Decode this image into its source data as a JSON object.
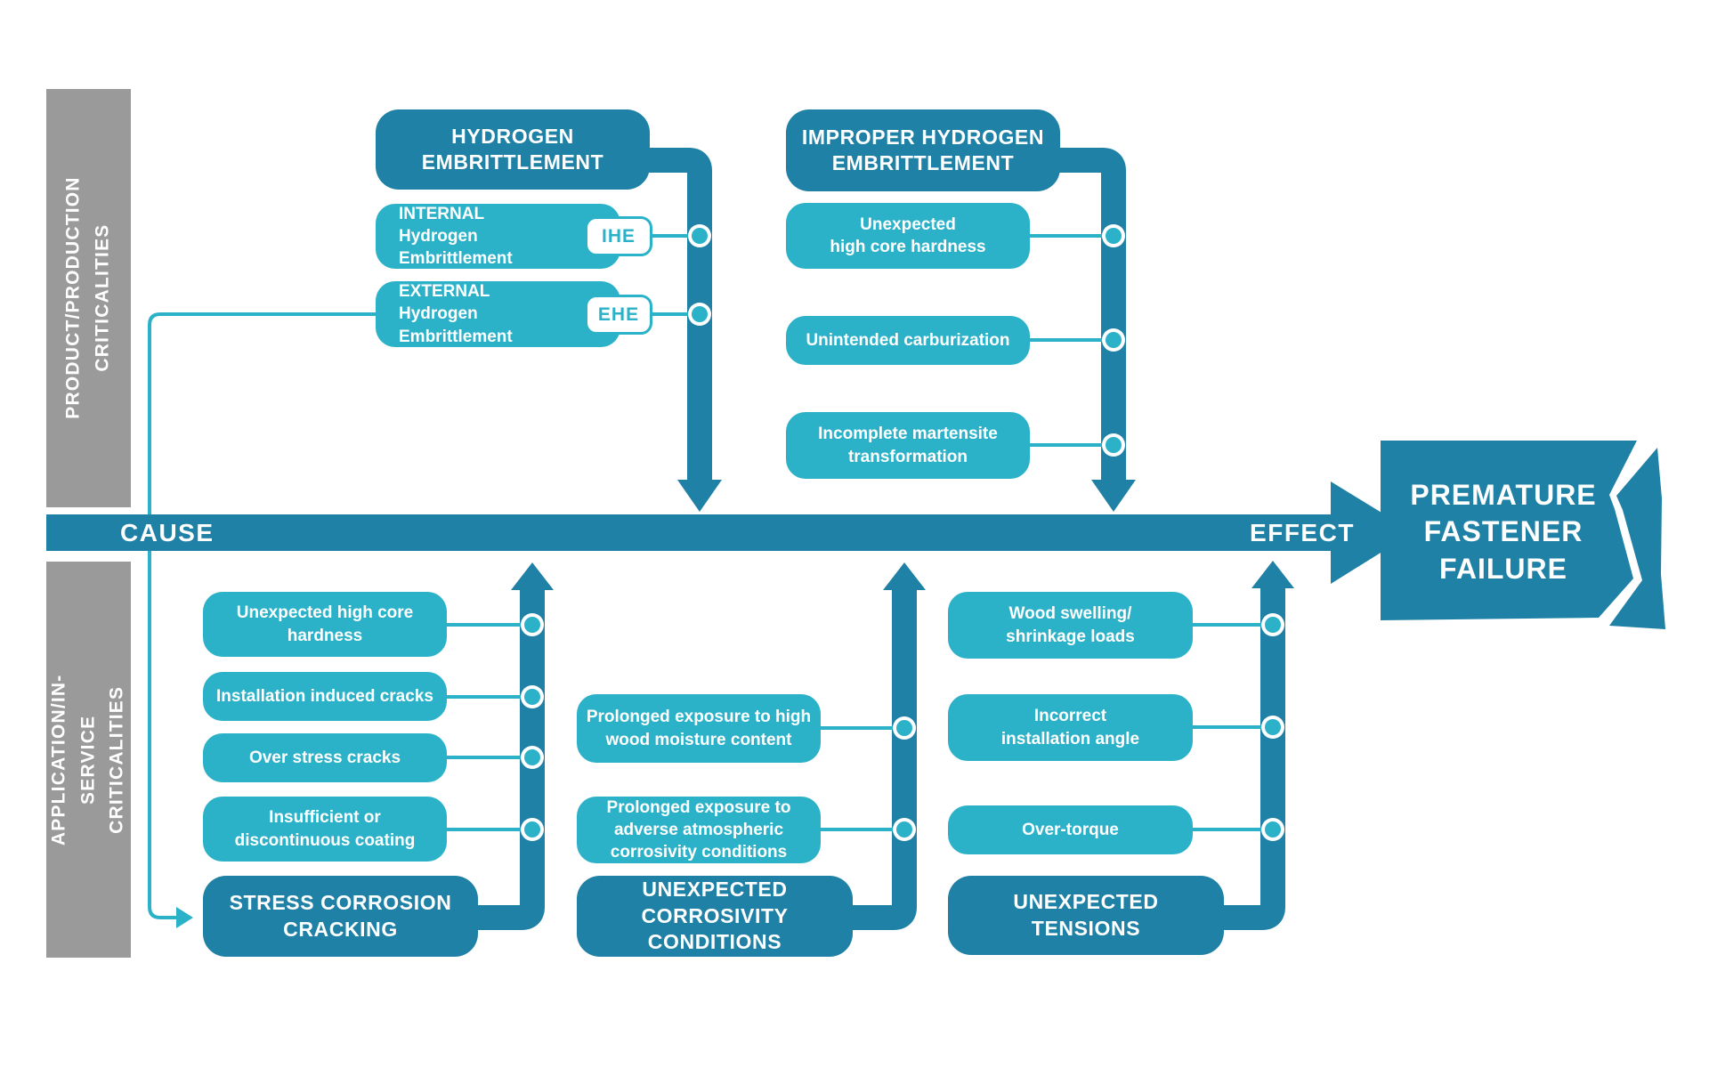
{
  "colors": {
    "dark_teal": "#1f81a5",
    "light_teal": "#2bb2c9",
    "gray": "#9a9a9a",
    "text_on_fill": "#ffffff"
  },
  "axis": {
    "cause_label": "CAUSE",
    "effect_label": "EFFECT"
  },
  "effect_box": {
    "label": "PREMATURE\nFASTENER\nFAILURE"
  },
  "sidebars": {
    "top": {
      "label": "PRODUCT/PRODUCTION\nCRITICALITIES"
    },
    "bottom": {
      "label": "APPLICATION/IN-SERVICE\nCRITICALITIES"
    }
  },
  "groups": {
    "hydrogen": {
      "title": "HYDROGEN\nEMBRITTLEMENT",
      "items": [
        {
          "label": "INTERNAL Hydrogen\nEmbrittlement",
          "badge": "IHE"
        },
        {
          "label": "EXTERNAL Hydrogen\nEmbrittlement",
          "badge": "EHE"
        }
      ]
    },
    "improper_he": {
      "title": "IMPROPER HYDROGEN\nEMBRITTLEMENT",
      "items": [
        {
          "label": "Unexpected\nhigh core hardness"
        },
        {
          "label": "Unintended carburization"
        },
        {
          "label": "Incomplete martensite\ntransformation"
        }
      ]
    },
    "stress_corrosion_cracking": {
      "title": "STRESS CORROSION\nCRACKING",
      "items": [
        {
          "label": "Unexpected high core\nhardness"
        },
        {
          "label": "Installation induced cracks"
        },
        {
          "label": "Over stress cracks"
        },
        {
          "label": "Insufficient or\ndiscontinuous coating"
        }
      ]
    },
    "corrosivity": {
      "title": "UNEXPECTED\nCORROSIVITY\nCONDITIONS",
      "items": [
        {
          "label": "Prolonged exposure to high\nwood moisture content"
        },
        {
          "label": "Prolonged exposure to\nadverse atmospheric\ncorrosivity conditions"
        }
      ]
    },
    "tensions": {
      "title": "UNEXPECTED\nTENSIONS",
      "items": [
        {
          "label": "Wood swelling/\nshrinkage loads"
        },
        {
          "label": "Incorrect\ninstallation angle"
        },
        {
          "label": "Over-torque"
        }
      ]
    }
  }
}
